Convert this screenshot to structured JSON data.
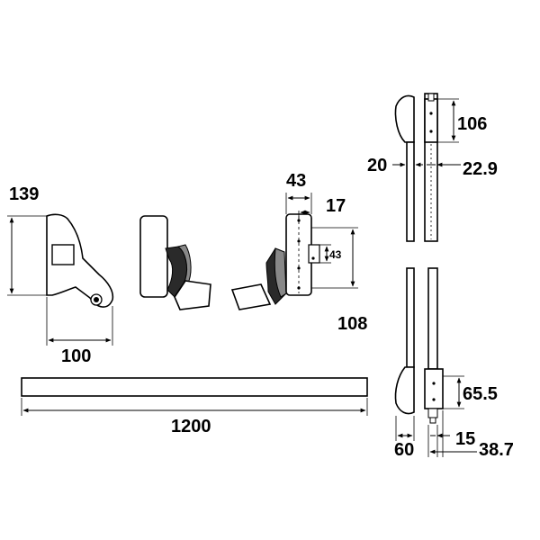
{
  "dimensions": {
    "end_cap_height": "139",
    "end_cap_width": "100",
    "bar_length": "1200",
    "latch_depth": "43",
    "latch_offset": "17",
    "latch_inner": "43",
    "latch_height": "108",
    "rod_top_height": "106",
    "rod_spacing_left": "20",
    "rod_width": "22.9",
    "rod_bottom_height": "65.5",
    "bottom_width": "60",
    "bottom_small": "15",
    "bottom_total": "38.7"
  },
  "colors": {
    "line": "#000000",
    "dark_fill": "#2a2a2a",
    "mid_fill": "#888888"
  }
}
